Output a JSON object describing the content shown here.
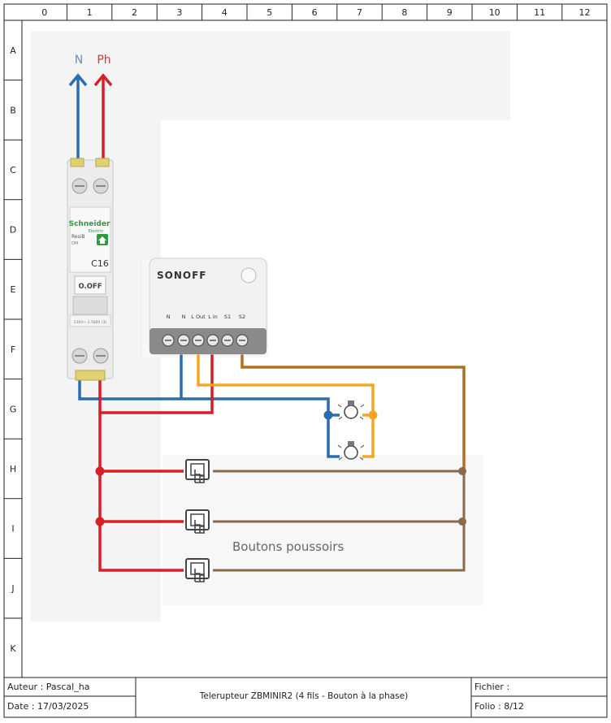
{
  "grid": {
    "columns": [
      "0",
      "1",
      "2",
      "3",
      "4",
      "5",
      "6",
      "7",
      "8",
      "9",
      "10",
      "11",
      "12"
    ],
    "rows": [
      "A",
      "B",
      "C",
      "D",
      "E",
      "F",
      "G",
      "H",
      "I",
      "J",
      "K"
    ]
  },
  "supply": {
    "neutral_label": "N",
    "phase_label": "Ph"
  },
  "breaker": {
    "brand": "Schneider",
    "brand_sub": "Electric",
    "series": "ResiB",
    "series_sub": "DM",
    "rating": "C16",
    "off_label": "O.OFF",
    "spec": "230V~   1.5000 (3)"
  },
  "module": {
    "brand": "SONOFF",
    "terminals": [
      "N",
      "N",
      "L Out",
      "L in",
      "S1",
      "S2"
    ]
  },
  "buttons_label": "Boutons poussoirs",
  "colors": {
    "neutral": "#2b6cb0",
    "phase": "#d61f26",
    "switched": "#f5a623",
    "signal": "#b07020",
    "pushbutton_wire": "#8b6a4a"
  },
  "title_block": {
    "author": "Auteur : Pascal_ha",
    "date": "Date : 17/03/2025",
    "title": "Telerupteur ZBMINIR2 (4 fils - Bouton à la phase)",
    "file": "Fichier :",
    "folio": "Folio : 8/12"
  }
}
